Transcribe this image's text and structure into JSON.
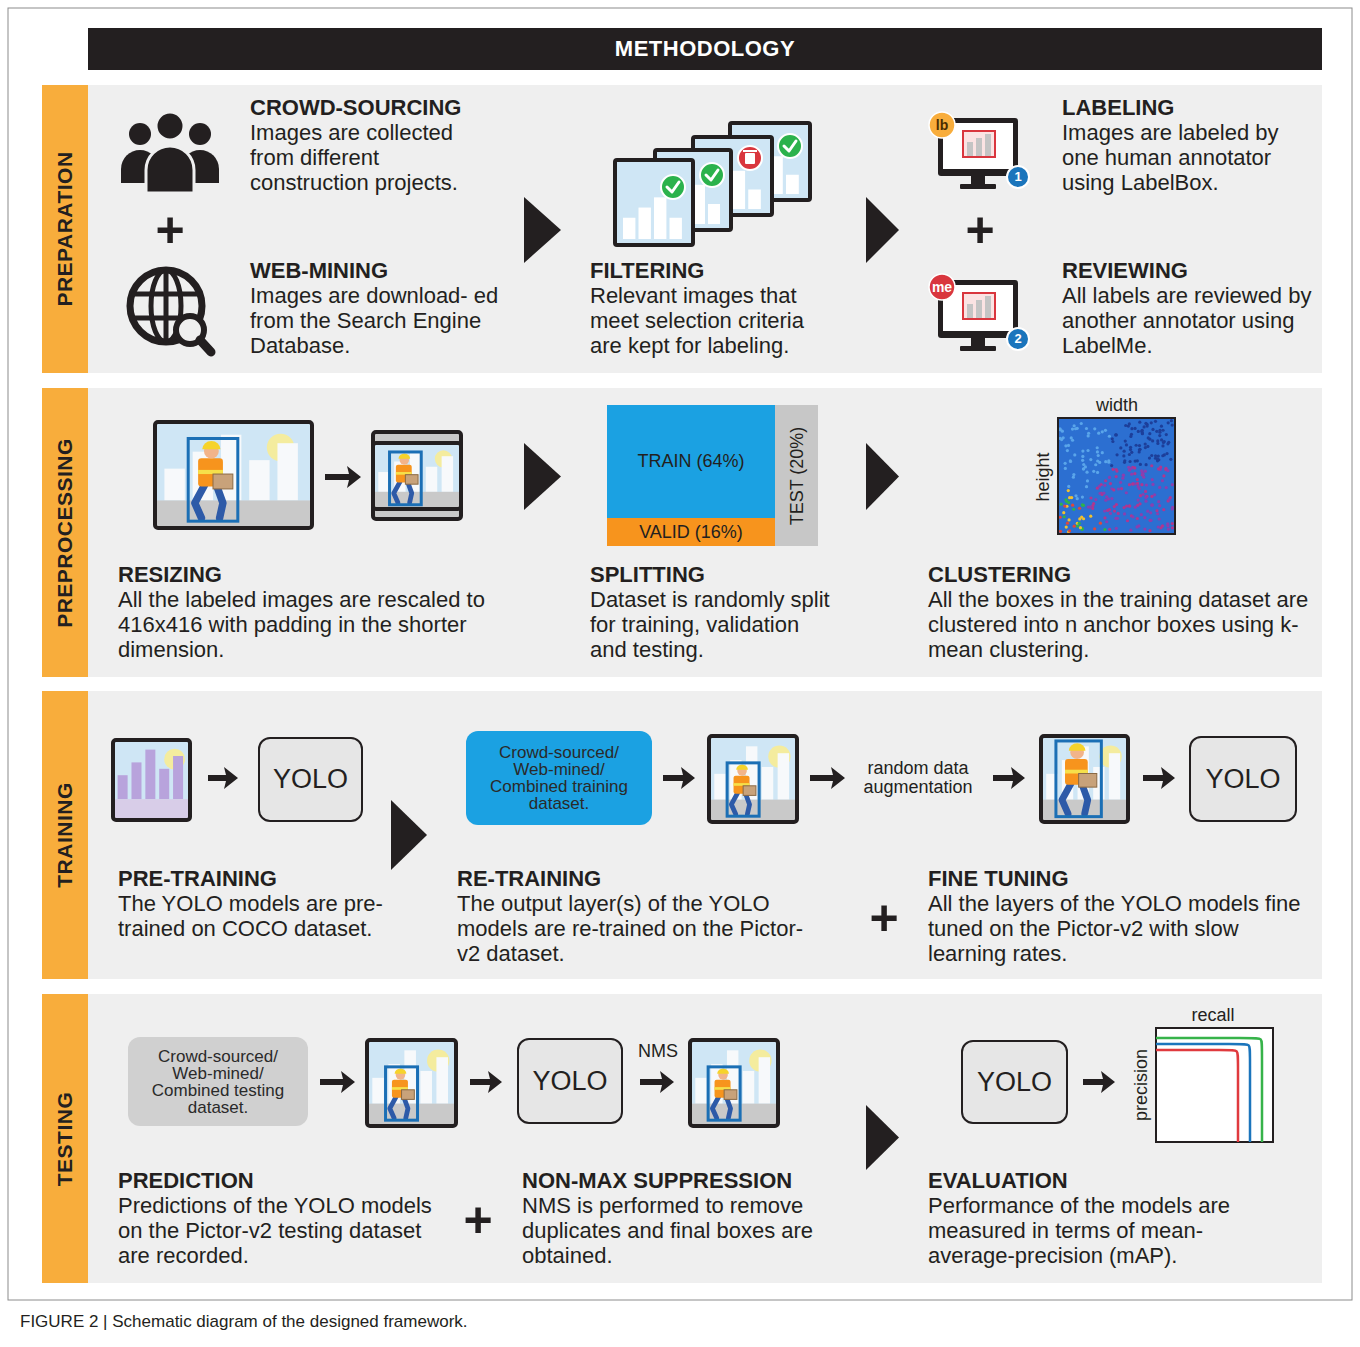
{
  "diagram": {
    "title": "METHODOLOGY",
    "caption": "FIGURE 2 | Schematic diagram of the designed framework.",
    "nodes": [
      {
        "text": [
          "PREPARATION"
        ]
      },
      {
        "text": [
          "CROWD-SOURCING",
          "Images are collected from different construction projects."
        ],
        "in": 0
      },
      {
        "text": [
          "WEB-MINING",
          "Images are download- ed from the Search Engine Database."
        ],
        "in": 0
      },
      {
        "text": [
          "FILTERING",
          "Relevant images that meet selection criteria are kept for labeling."
        ],
        "in": 0
      },
      {
        "text": [
          "LABELING",
          "Images are labeled by one human annotator using LabelBox."
        ],
        "in": 0
      },
      {
        "text": [
          "REVIEWING",
          "All labels are reviewed by another annotator using LabelMe."
        ],
        "in": 0
      },
      {
        "text": [
          "PREPROCESSING"
        ]
      },
      {
        "text": [
          "RESIZING",
          "All the labeled images are rescaled to 416x416 with padding in the shorter dimension."
        ],
        "in": 6
      },
      {
        "text": [
          "SPLITTING",
          "Dataset is randomly split for training, validation and testing."
        ],
        "in": 6
      },
      {
        "text": [
          "TRAIN (64%)"
        ],
        "in": 8
      },
      {
        "text": [
          "VALID (16%)"
        ],
        "in": 8
      },
      {
        "text": [
          "TEST (20%)"
        ],
        "in": 8
      },
      {
        "text": [
          "CLUSTERING",
          "All the boxes in the training dataset are clustered into n anchor boxes using k-mean clustering."
        ],
        "in": 6
      },
      {
        "text": [
          "TRAINING"
        ]
      },
      {
        "text": [
          "PRE-TRAINING",
          "The YOLO models are pre-trained on COCO dataset."
        ],
        "in": 13
      },
      {
        "text": [
          "YOLO"
        ],
        "in": 14
      },
      {
        "text": [
          "RE-TRAINING",
          "The output layer(s) of the YOLO models are re-trained on the Pictor-v2 dataset."
        ],
        "in": 13
      },
      {
        "text": [
          "Crowd-sourced/ Web-mined/ Combined training dataset."
        ],
        "in": 16
      },
      {
        "text": [
          "FINE TUNING",
          "All the layers of the YOLO models fine tuned on the Pictor-v2 with slow learning rates."
        ],
        "in": 13
      },
      {
        "text": [
          "YOLO"
        ],
        "in": 18
      },
      {
        "text": [
          "TESTING"
        ]
      },
      {
        "text": [
          "PREDICTION",
          "Predictions of the YOLO models on the Pictor-v2 testing dataset are recorded."
        ],
        "in": 20
      },
      {
        "text": [
          "Crowd-sourced/ Web-mined/ Combined testing dataset."
        ],
        "in": 21
      },
      {
        "text": [
          "NON-MAX SUPPRESSION",
          "NMS is performed to remove duplicates and final boxes are obtained."
        ],
        "in": 20
      },
      {
        "text": [
          "YOLO"
        ],
        "in": 23
      },
      {
        "text": [
          "EVALUATION",
          "Performance of the models are measured in terms of mean-average-precision (mAP)."
        ],
        "in": 20
      },
      {
        "text": [
          "YOLO"
        ],
        "in": 25
      }
    ],
    "labels": [
      "+",
      "lb",
      "1",
      "+",
      "me",
      "2",
      "width",
      "height",
      "random data augmentation",
      "+",
      "NMS",
      "+",
      "recall",
      "precision"
    ]
  }
}
